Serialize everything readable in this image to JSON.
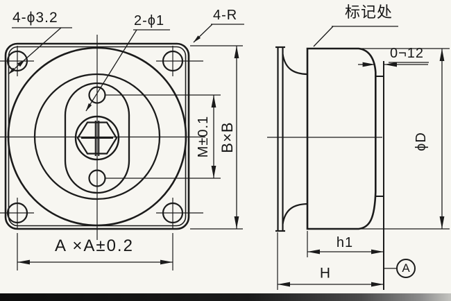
{
  "front_view": {
    "corner_holes_label": "4-ϕ3.2",
    "center_holes_label": "2-ϕ1",
    "corner_radius_label": "4-R",
    "hole_pitch_label": "M±0.1",
    "square_size_label": "B×B",
    "square_size_tol_label": "A ×A±0.2"
  },
  "side_view": {
    "marking_label": "标记处",
    "boss_width_label": "0¬12",
    "diameter_label": "ϕD",
    "body_depth_label": "h1",
    "overall_depth_label": "H",
    "datum_label": "A"
  },
  "colors": {
    "line": "#1b1b1b",
    "background": "#f7f6f1",
    "bottom_band_dark": "#0d0d0d",
    "bottom_band_light": "#c4c4c0"
  }
}
